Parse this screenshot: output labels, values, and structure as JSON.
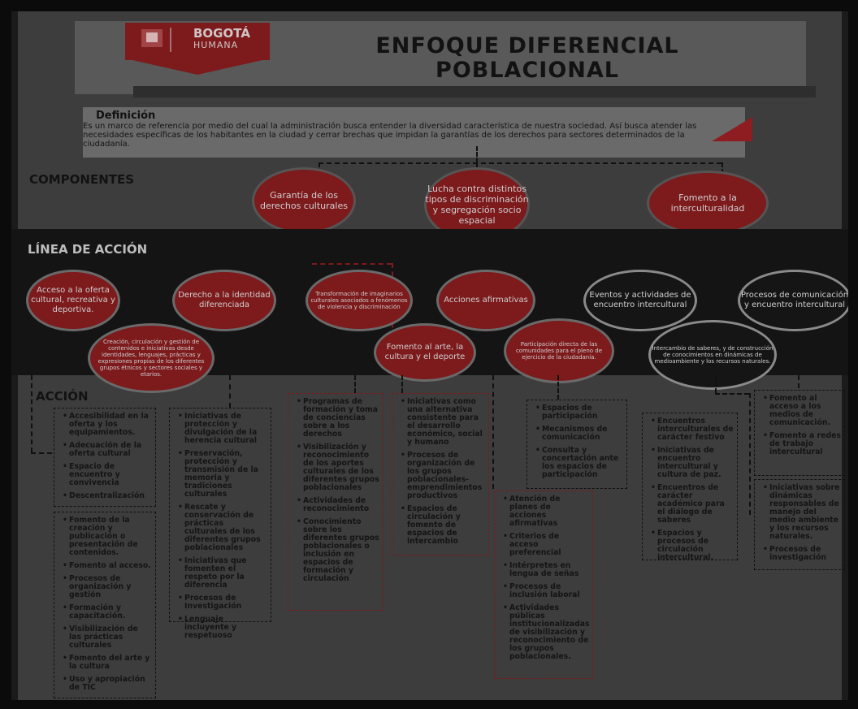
{
  "header": {
    "logo_text_1": "BOGOTÁ",
    "logo_text_2": "HUMANA",
    "title_line1": "ENFOQUE DIFERENCIAL",
    "title_line2": "POBLACIONAL"
  },
  "definition": {
    "title": "Definición",
    "text": "Es un marco de referencia por medio del cual la administración busca entender la diversidad característica de nuestra sociedad. Así busca atender las necesidades específicas de los habitantes en la ciudad y cerrar brechas que impidan la garantías de los derechos para sectores determinados de la ciudadanía."
  },
  "components": {
    "label": "COMPONENTES",
    "items": [
      "Garantía de los derechos culturales",
      "Lucha contra distintos tipos de discriminación y segregación socio espacial",
      "Fomento a la interculturalidad"
    ]
  },
  "lines": {
    "label": "LÍNEA DE ACCIÓN",
    "items": [
      "Acceso a la oferta cultural, recreativa y deportiva.",
      "Derecho a la identidad diferenciada",
      "Transformación de imaginarios culturales asociados a fenómenos de violencia y discriminación",
      "Acciones afirmativas",
      "Eventos y actividades de encuentro intercultural",
      "Procesos de comunicación y encuentro intercultural",
      "Creación, circulación y gestión de contenidos e iniciativas desde identidades, lenguajes, prácticas y expresiones propias de los diferentes grupos étnicos y sectores sociales y etarios.",
      "Fomento al arte, la cultura y el deporte",
      "Participación directa de las comunidades para el pleno de ejercicio de la ciudadanía.",
      "Intercambio de saberes, y de construcción de conocimientos en dinámicas de medioambiente y los recursos naturales."
    ]
  },
  "actions": {
    "label": "ACCIÓN",
    "col1a": [
      "Accesibilidad en la oferta y los equipamientos.",
      "Adecuación de la oferta cultural",
      "Espacio de encuentro y convivencia",
      "Descentralización"
    ],
    "col1b": [
      "Fomento de la creación y publicación o presentación de contenidos.",
      "Fomento al acceso.",
      "Procesos de organización y gestión",
      "Formación y capacitación.",
      "Visibilización de las prácticas culturales",
      "Fomento del arte y la cultura",
      "Uso y apropiación de TIC"
    ],
    "col2": [
      "Iniciativas de protección y divulgación de la herencia cultural",
      "Preservación, protección y transmisión de la memoria y tradiciones culturales",
      "Rescate y conservación de prácticas culturales de los diferentes grupos poblacionales",
      "Iniciativas que fomenten el respeto por la diferencia",
      "Procesos de Investigación",
      "Lenguaje incluyente y respetuoso"
    ],
    "col3": [
      "Programas de formación y toma de conciencias sobre a los derechos",
      "Visibilización y reconocimiento de los aportes culturales de los diferentes grupos poblacionales",
      "Actividades de reconocimiento",
      "Conocimiento sobre los diferentes grupos poblacionales o inclusión en espacios de formación y circulación"
    ],
    "col4": [
      "Iniciativas como una alternativa consistente para el desarrollo económico, social y humano",
      "Procesos de organización de los grupos poblacionales- emprendimientos productivos",
      "Espacios de circulación y fomento de espacios de intercambio"
    ],
    "col5a": [
      "Espacios de participación",
      "Mecanismos de comunicación",
      "Consulta y concertación ante los espacios de participación"
    ],
    "col5b": [
      "Atención de planes de acciones afirmativas",
      "Criterios de acceso preferencial",
      "Intérpretes en lengua de señas",
      "Procesos de inclusión laboral",
      "Actividades públicas institucionalizadas de visibilización y reconocimiento de los grupos poblacionales."
    ],
    "col6": [
      "Encuentros interculturales de carácter festivo",
      "Iniciativas de encuentro intercultural y cultura de paz.",
      "Encuentros de carácter académico para el diálogo de saberes",
      "Espacios y procesos de circulación intercultural."
    ],
    "col7a": [
      "Fomento al acceso a los medios de comunicación.",
      "Fomento a redes de trabajo intercultural"
    ],
    "col7b": [
      "Iniciativas sobre dinámicas responsables de manejo del medio ambiente y los recursos naturales.",
      "Procesos de investigación"
    ]
  }
}
